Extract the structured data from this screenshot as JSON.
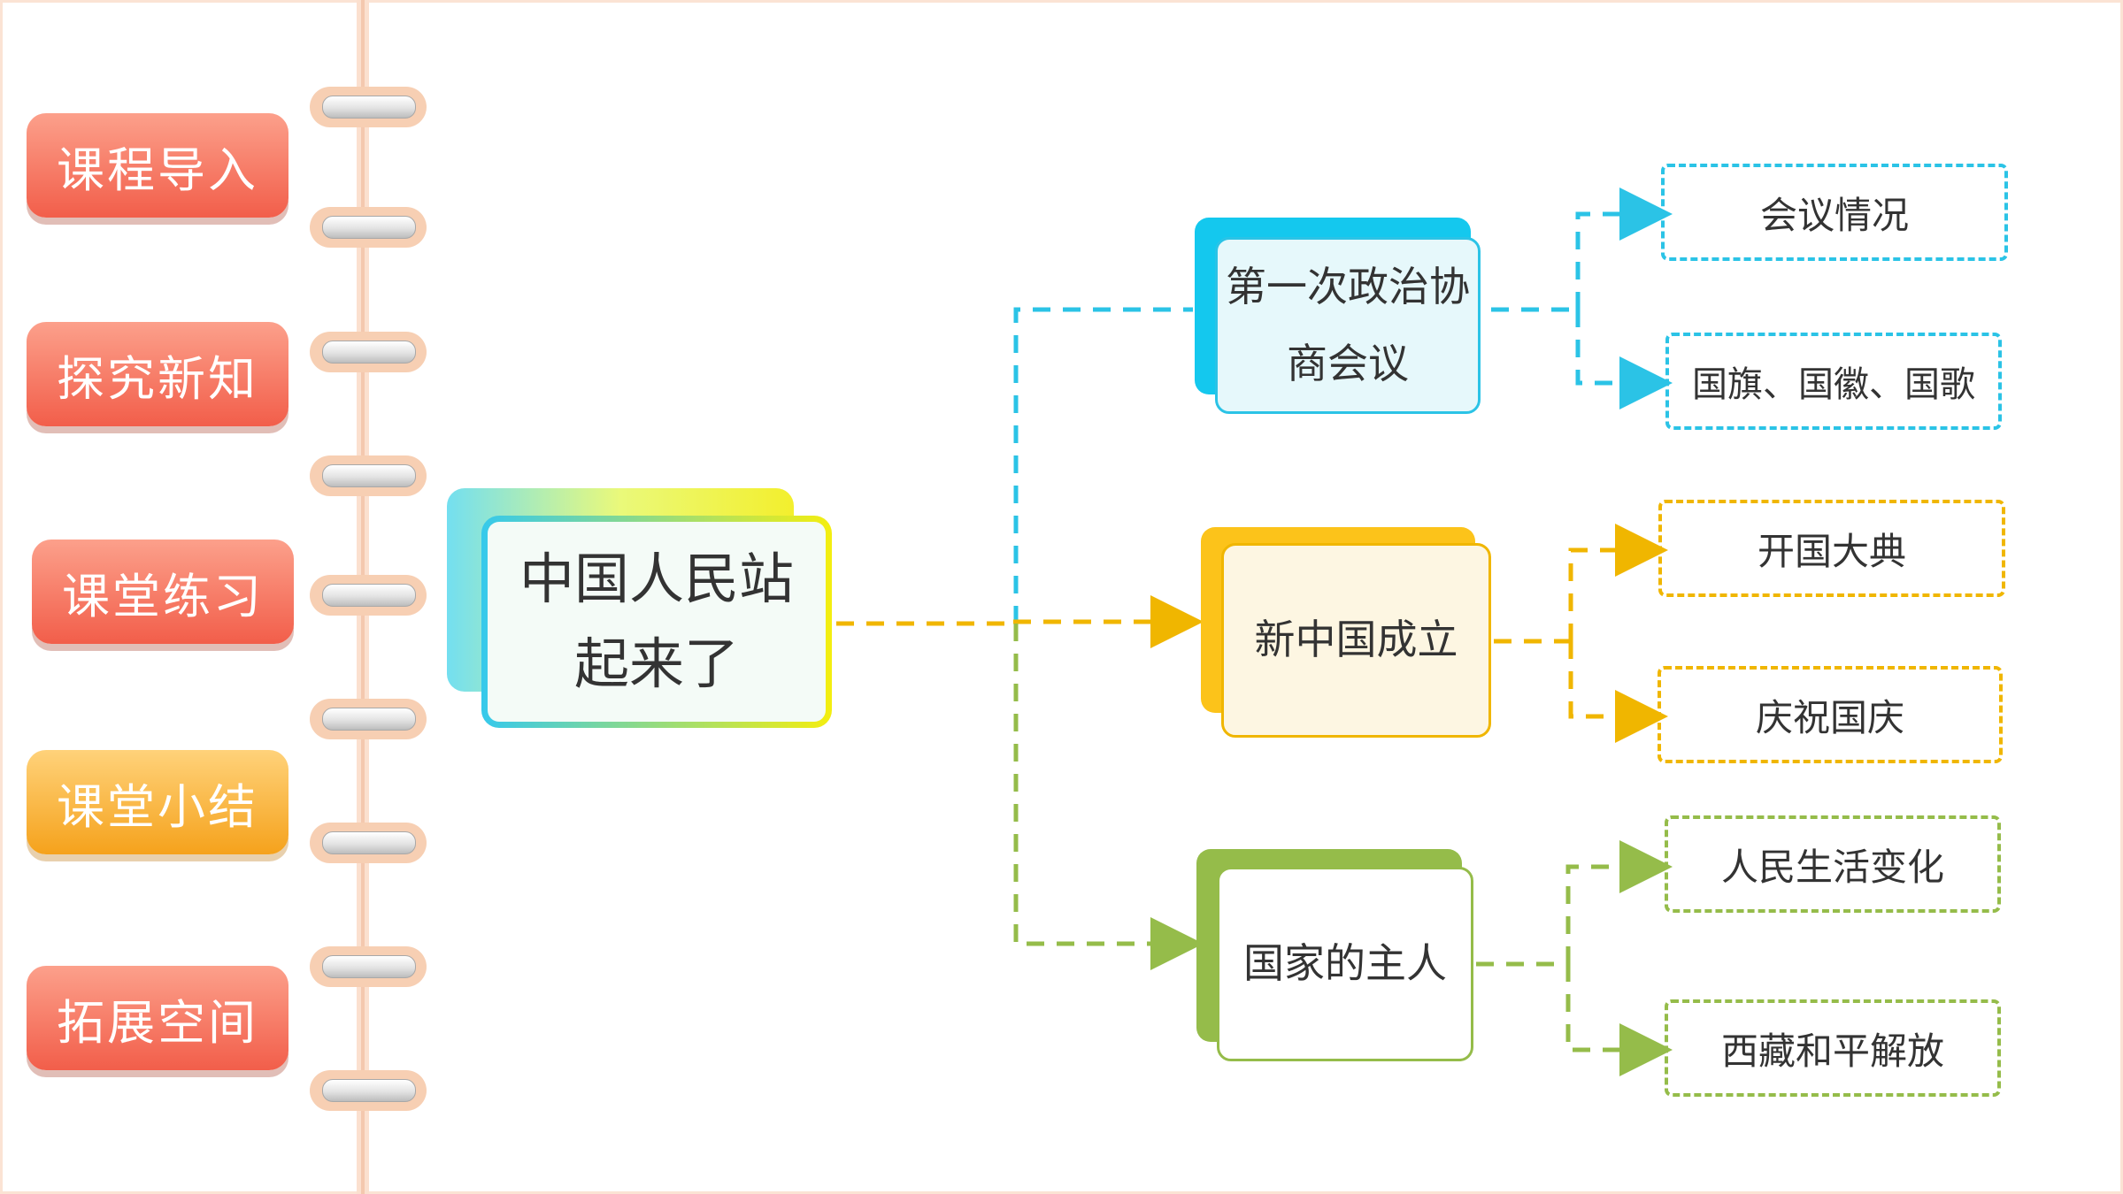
{
  "nav": {
    "items": [
      {
        "label": "课程导入",
        "color": "#f25e4a"
      },
      {
        "label": "探究新知",
        "color": "#f25e4a"
      },
      {
        "label": "课堂练习",
        "color": "#f25e4a"
      },
      {
        "label": "课堂小结",
        "color": "#f5a21c"
      },
      {
        "label": "拓展空间",
        "color": "#f25e4a"
      }
    ]
  },
  "mindmap": {
    "central": {
      "line1": "中国人民站",
      "line2": "起来了"
    },
    "branches": [
      {
        "line1": "第一次政治协",
        "line2": "商会议",
        "color": "#2bc3e6",
        "leaves": [
          "会议情况",
          "国旗、国徽、国歌"
        ]
      },
      {
        "line1": "新中国成立",
        "line2": "",
        "color": "#f0b600",
        "leaves": [
          "开国大典",
          "庆祝国庆"
        ]
      },
      {
        "line1": "国家的主人",
        "line2": "",
        "color": "#95bc4a",
        "leaves": [
          "人民生活变化",
          "西藏和平解放"
        ]
      }
    ]
  }
}
